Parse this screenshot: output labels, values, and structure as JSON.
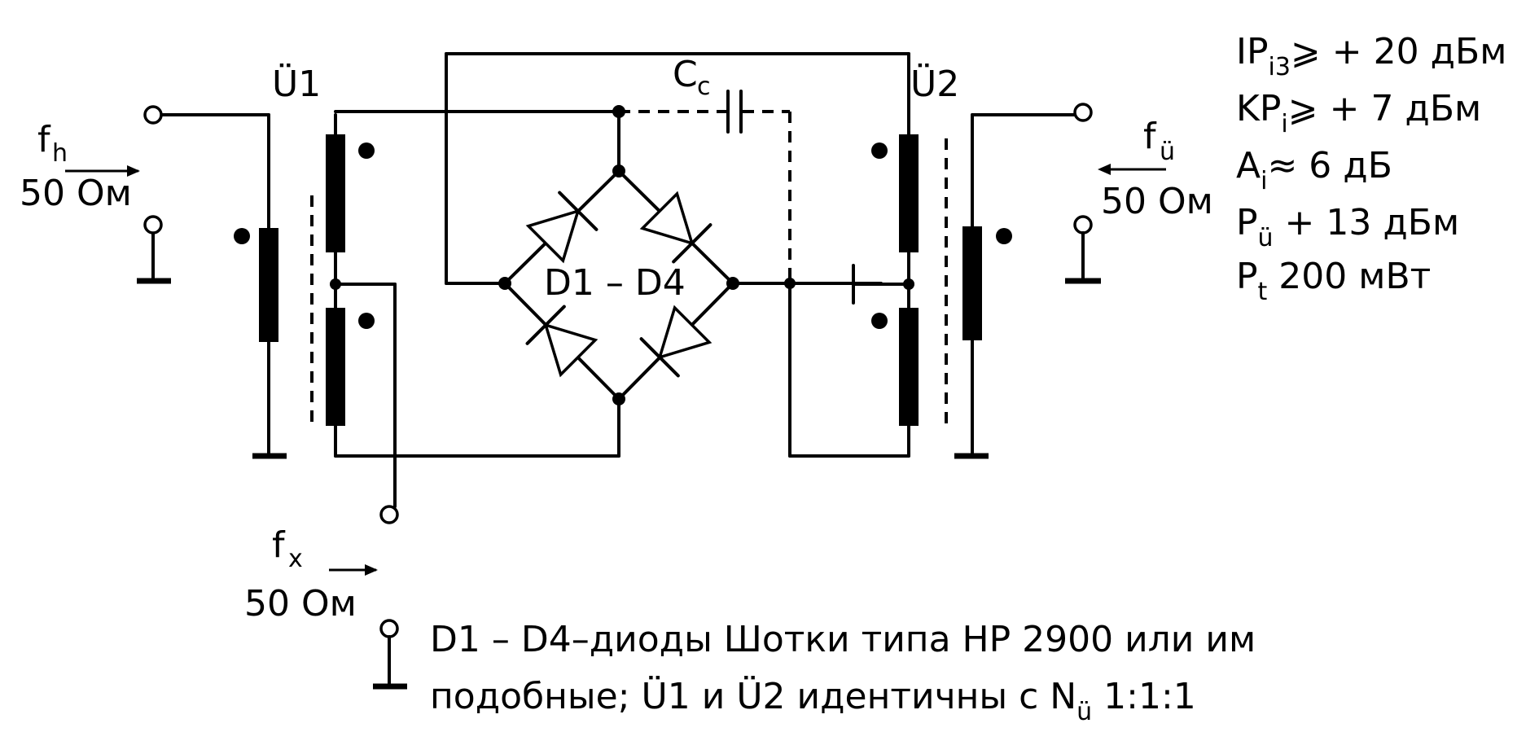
{
  "labels": {
    "u1": "Ü1",
    "u2": "Ü2",
    "cc_main": "C",
    "cc_sub": "c",
    "bridge": "D1 – D4",
    "fh_main": "f",
    "fh_sub": "h",
    "fh_imp": "50 Ом",
    "fu_main": "f",
    "fu_sub": "ü",
    "fu_imp": "50 Ом",
    "fx_main": "f",
    "fx_sub": "x",
    "fx_imp": "50 Ом"
  },
  "specs": [
    {
      "main": "IP",
      "sub": "i3",
      "rest": "⩾ + 20 дБм"
    },
    {
      "main": "KP",
      "sub": "i",
      "rest": "⩾ + 7 дБм"
    },
    {
      "main": "A",
      "sub": "i",
      "rest": "≈ 6 дБ"
    },
    {
      "main": "P",
      "sub": "ü",
      "rest": " + 13 дБм"
    },
    {
      "main": "P",
      "sub": "t",
      "rest": "  200 мВт"
    }
  ],
  "note": {
    "line1": "D1 – D4–диоды Шотки типа HP 2900 или им",
    "line2_a": "подобные;  Ü1 и Ü2 идентичны  с  N",
    "line2_sub": "ü",
    "line2_b": " 1:1:1"
  }
}
